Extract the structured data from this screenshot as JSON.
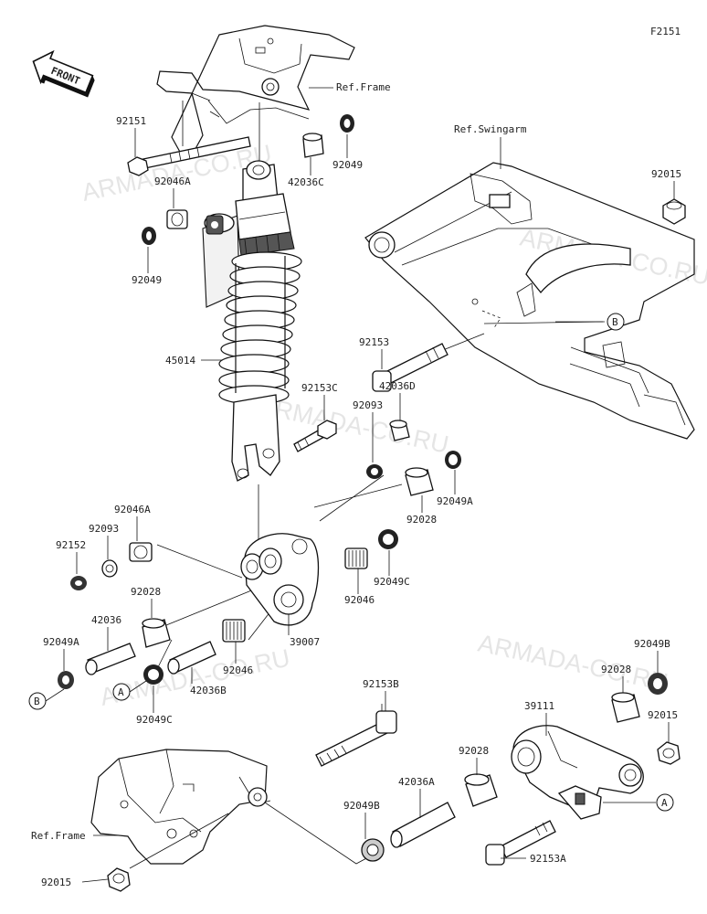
{
  "figure_code": "F2151",
  "front_label": "FRONT",
  "watermark": "ARMADA-CO.RU",
  "ref_frame": "Ref.Frame",
  "ref_swingarm": "Ref.Swingarm",
  "markers": {
    "A": "A",
    "B": "B"
  },
  "parts": {
    "p92151": "92151",
    "p92046A_top": "92046A",
    "p92049_left": "92049",
    "p42036C": "42036C",
    "p92049_top": "92049",
    "p92015_top": "92015",
    "p45014": "45014",
    "p92153": "92153",
    "p92153C": "92153C",
    "p42036D": "42036D",
    "p92093_mid": "92093",
    "p92049A_right": "92049A",
    "p92028_mid": "92028",
    "p92046A_left": "92046A",
    "p92093_left": "92093",
    "p92152": "92152",
    "p92049C_mid": "92049C",
    "p92046_mid": "92046",
    "p92028_left": "92028",
    "p39007": "39007",
    "p42036": "42036",
    "p92049A_left": "92049A",
    "p42036B": "42036B",
    "p92046_low": "92046",
    "p92049C_low": "92049C",
    "p92153B": "92153B",
    "p92049B_right": "92049B",
    "p92028_right": "92028",
    "p39111": "39111",
    "p92015_right": "92015",
    "p92028_low": "92028",
    "p42036A": "42036A",
    "p92049B_low": "92049B",
    "p92153A": "92153A",
    "p92015_low": "92015"
  }
}
